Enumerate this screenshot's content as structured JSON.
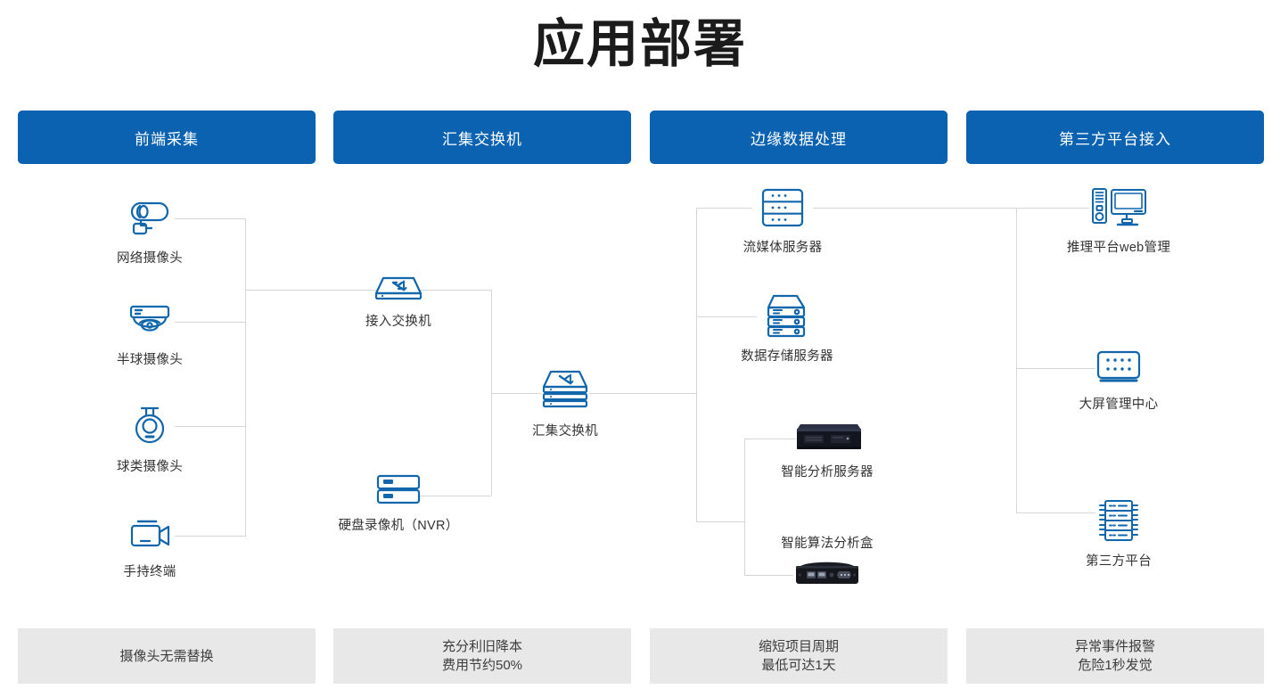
{
  "page": {
    "title": "应用部署",
    "accent_color": "#0a62b0",
    "icon_color": "#1166ac",
    "line_color": "#d6d6d6",
    "footer_bg": "#e8e8e8"
  },
  "columns": [
    {
      "header": "前端采集",
      "footer_lines": [
        "摄像头无需替换"
      ]
    },
    {
      "header": "汇集交换机",
      "footer_lines": [
        "充分利旧降本",
        "费用节约50%"
      ]
    },
    {
      "header": "边缘数据处理",
      "footer_lines": [
        "缩短项目周期",
        "最低可达1天"
      ]
    },
    {
      "header": "第三方平台接入",
      "footer_lines": [
        "异常事件报警",
        "危险1秒发觉"
      ]
    }
  ],
  "nodes": {
    "network_camera": {
      "label": "网络摄像头",
      "icon": "bullet-camera-icon"
    },
    "dome_camera": {
      "label": "半球摄像头",
      "icon": "dome-camera-icon"
    },
    "ptz_camera": {
      "label": "球类摄像头",
      "icon": "ptz-camera-icon"
    },
    "handheld_terminal": {
      "label": "手持终端",
      "icon": "camcorder-icon"
    },
    "access_switch": {
      "label": "接入交换机",
      "icon": "switch-icon"
    },
    "nvr": {
      "label": "硬盘录像机（NVR）",
      "icon": "nvr-icon"
    },
    "aggregation_switch": {
      "label": "汇集交换机",
      "icon": "stacked-switch-icon"
    },
    "streaming_server": {
      "label": "流媒体服务器",
      "icon": "rack-server-icon"
    },
    "storage_server": {
      "label": "数据存储服务器",
      "icon": "storage-server-icon"
    },
    "analysis_server": {
      "label": "智能分析服务器",
      "icon": "rackmount-appliance-icon"
    },
    "algorithm_box": {
      "label": "智能算法分析盒",
      "icon": "edge-box-icon"
    },
    "web_management": {
      "label": "推理平台web管理",
      "icon": "desktop-pc-icon"
    },
    "display_center": {
      "label": "大屏管理中心",
      "icon": "video-wall-icon"
    },
    "third_party": {
      "label": "第三方平台",
      "icon": "server-rack-icon"
    }
  }
}
